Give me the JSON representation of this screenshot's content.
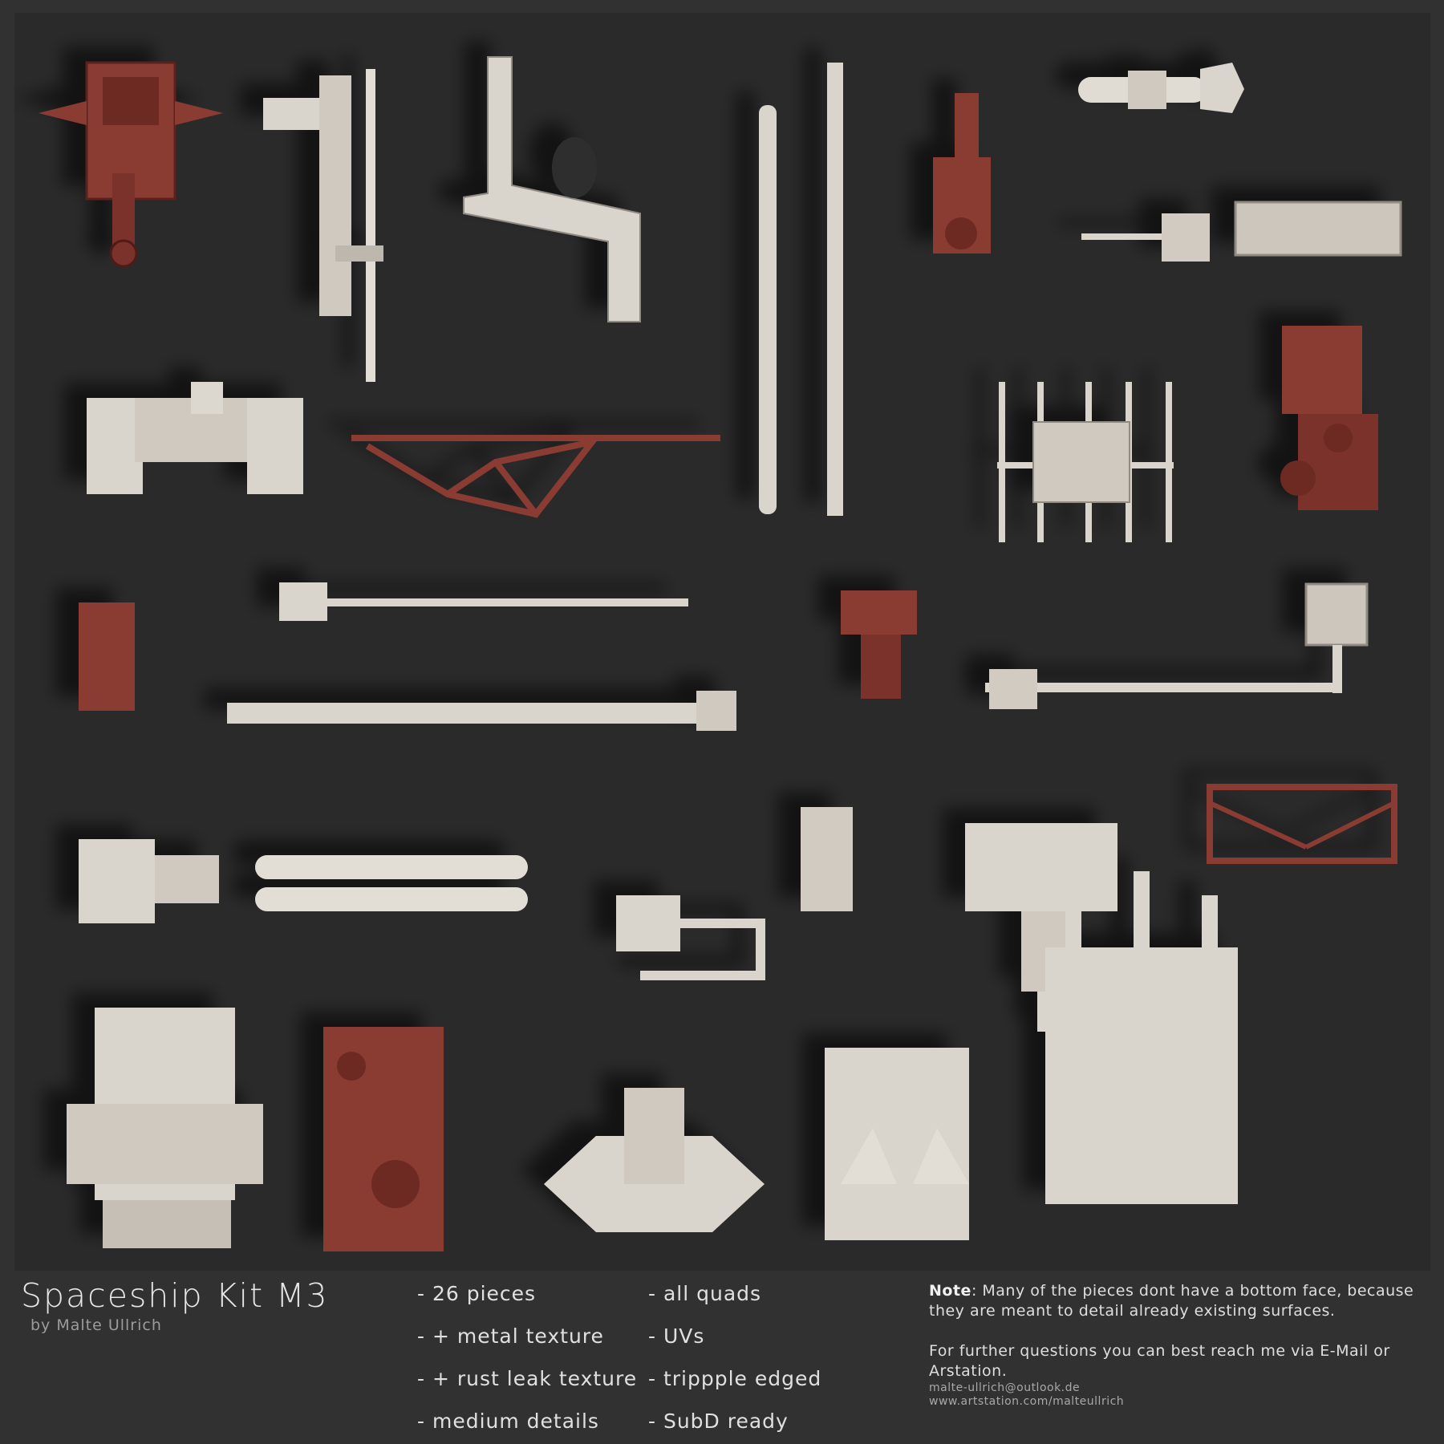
{
  "title": "Spaceship Kit M3",
  "author": "by Malte Ullrich",
  "features_col1": [
    "- 26 pieces",
    "- + metal texture",
    "- + rust leak texture",
    "- medium details"
  ],
  "features_col2": [
    "- all quads",
    "- UVs",
    "- trippple edged",
    "- SubD ready"
  ],
  "note": {
    "label": "Note",
    "text": ": Many of the pieces dont have a bottom face, because they are meant to detail already existing surfaces.",
    "questions": "For further questions you can best reach me via E-Mail or Arstation.",
    "email": "malte-ullrich@outlook.de",
    "website": "www.artstation.com/malteullrich"
  },
  "colors": {
    "background": "#2a2a2b",
    "footer": "#313131",
    "metal": "#d9d4cc",
    "rust": "#8a3a33"
  }
}
